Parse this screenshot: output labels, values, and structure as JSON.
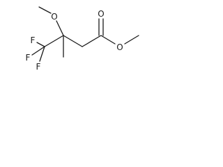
{
  "structure": {
    "atoms": {
      "fluorine_top": "F",
      "fluorine_left": "F",
      "fluorine_bottom": "F",
      "methoxy_oxygen": "O",
      "carbonyl_oxygen": "O",
      "ester_oxygen": "O"
    }
  }
}
